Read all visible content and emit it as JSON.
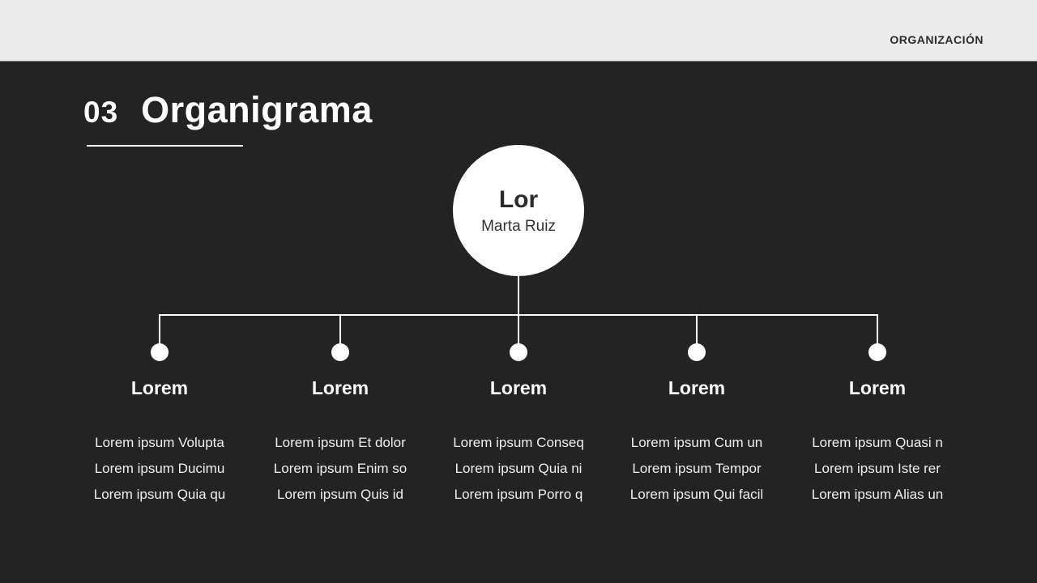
{
  "header": {
    "label": "ORGANIZACIÓN"
  },
  "title": {
    "number": "03",
    "text": "Organigrama"
  },
  "colors": {
    "background": "#232323",
    "header_background": "#ececec",
    "header_text": "#2b2b2b",
    "line_and_nodes": "#ffffff",
    "body_text": "#efefef"
  },
  "org": {
    "root": {
      "title": "Lor",
      "subtitle": "Marta Ruiz"
    },
    "columns": [
      {
        "title": "Lorem",
        "items": [
          "Lorem ipsum Volupta",
          "Lorem ipsum Ducimu",
          "Lorem ipsum Quia qu"
        ]
      },
      {
        "title": "Lorem",
        "items": [
          "Lorem ipsum Et dolor",
          "Lorem ipsum Enim so",
          "Lorem ipsum Quis id"
        ]
      },
      {
        "title": "Lorem",
        "items": [
          "Lorem ipsum Conseq",
          "Lorem ipsum Quia ni",
          "Lorem ipsum Porro q"
        ]
      },
      {
        "title": "Lorem",
        "items": [
          "Lorem ipsum Cum un",
          "Lorem ipsum Tempor",
          "Lorem ipsum Qui facil"
        ]
      },
      {
        "title": "Lorem",
        "items": [
          "Lorem ipsum Quasi n",
          "Lorem ipsum Iste rer",
          "Lorem ipsum Alias un"
        ]
      }
    ]
  }
}
